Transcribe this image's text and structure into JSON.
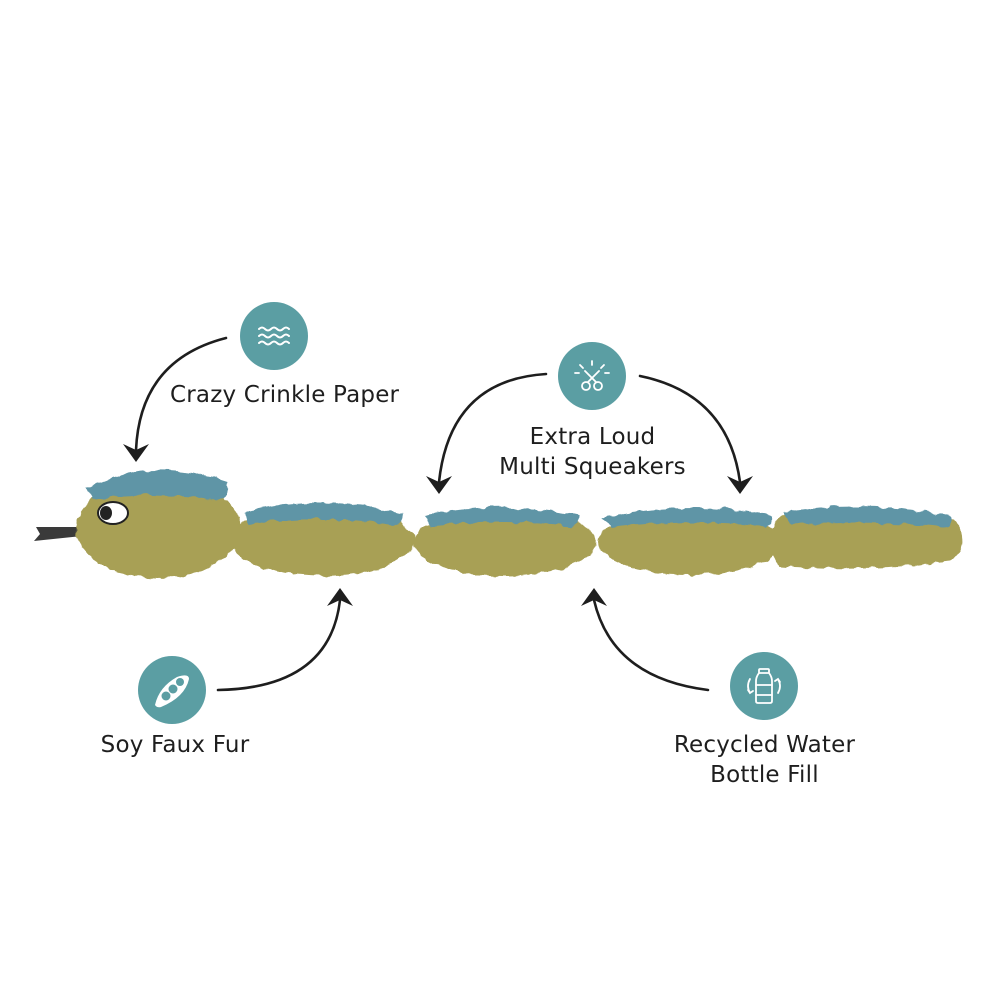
{
  "colors": {
    "icon_bg": "#5b9ea3",
    "snake_body": "#a8a055",
    "snake_back": "#5e95a6",
    "label_text": "#1e1e1e"
  },
  "features": [
    {
      "id": "crinkle",
      "icon": "waves-icon",
      "lines": [
        "Crazy Crinkle Paper"
      ]
    },
    {
      "id": "squeakers",
      "icon": "squeaker-icon",
      "lines": [
        "Extra Loud",
        "Multi Squeakers"
      ]
    },
    {
      "id": "fur",
      "icon": "peapod-icon",
      "lines": [
        "Soy Faux Fur"
      ]
    },
    {
      "id": "recycled",
      "icon": "recycled-bottle-icon",
      "lines": [
        "Recycled Water",
        "Bottle Fill"
      ]
    }
  ]
}
